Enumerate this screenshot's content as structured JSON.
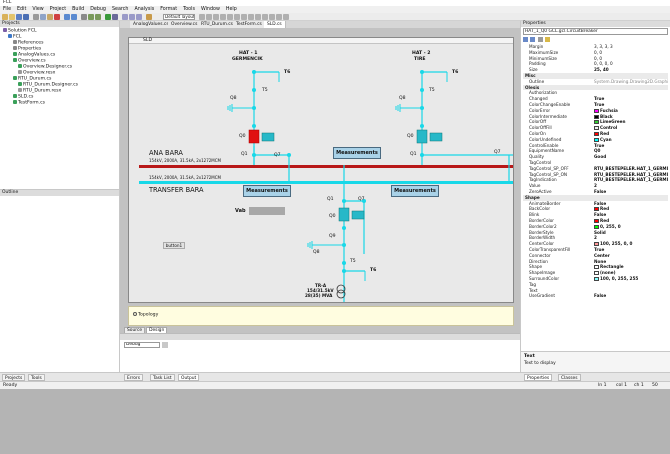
{
  "window": {
    "title": "FCL"
  },
  "menu": [
    "File",
    "Edit",
    "View",
    "Project",
    "Build",
    "Debug",
    "Search",
    "Analysis",
    "Format",
    "Tools",
    "Window",
    "Help"
  ],
  "toolbar": {
    "layout_select": "Default layout"
  },
  "solution": {
    "title": "Projects",
    "items": [
      {
        "label": "Solution FCL",
        "indent": 0,
        "color": "#7b5ea7"
      },
      {
        "label": "FCL",
        "indent": 1,
        "color": "#3c78c8"
      },
      {
        "label": "References",
        "indent": 2,
        "color": "#888888"
      },
      {
        "label": "Properties",
        "indent": 2,
        "color": "#888888"
      },
      {
        "label": "AnalogValues.cs",
        "indent": 2,
        "color": "#3aa05a"
      },
      {
        "label": "Overview.cs",
        "indent": 2,
        "color": "#3aa05a"
      },
      {
        "label": "Overview.Designer.cs",
        "indent": 3,
        "color": "#3aa05a"
      },
      {
        "label": "Overview.resx",
        "indent": 3,
        "color": "#999999"
      },
      {
        "label": "RTU_Durum.cs",
        "indent": 2,
        "color": "#3aa05a"
      },
      {
        "label": "RTU_Durum.Designer.cs",
        "indent": 3,
        "color": "#3aa05a"
      },
      {
        "label": "RTU_Durum.resx",
        "indent": 3,
        "color": "#999999"
      },
      {
        "label": "SLD.cs",
        "indent": 2,
        "color": "#3aa05a"
      },
      {
        "label": "TestForm.cs",
        "indent": 2,
        "color": "#3aa05a"
      }
    ]
  },
  "outline": {
    "title": "Outline"
  },
  "left_tabs": [
    "Projects",
    "Tools"
  ],
  "doc_tabs": [
    {
      "label": "AnalogValues.cs",
      "active": false
    },
    {
      "label": "Overview.cs",
      "active": false
    },
    {
      "label": "RTU_Durum.cs",
      "active": false
    },
    {
      "label": "TestForm.cs",
      "active": false
    },
    {
      "label": "SLD.cs",
      "active": true
    }
  ],
  "form": {
    "title": "SLD",
    "hat1": {
      "name": "HAT - 1",
      "place": "GERMENCIK"
    },
    "hat2": {
      "name": "HAT - 2",
      "place": "TIRE"
    },
    "ana_bara": {
      "title": "ANA BARA",
      "info": "154kV, 2000A, 31.5kA, 2x1272MCM"
    },
    "transfer_bara": {
      "title": "TRANSFER BARA",
      "info": "154kV, 2000A, 31.5kA, 2x1272MCM"
    },
    "labels": {
      "t6": "T6",
      "t5": "T5",
      "q8": "Q8",
      "q0": "Q0",
      "q1": "Q1",
      "q7": "Q7",
      "q9": "Q9",
      "vab": "Vab"
    },
    "measurements": "Measurements",
    "button1": "button1",
    "trafo": {
      "name": "TR-A",
      "voltage": "154/31.5kV",
      "power": "28(35) MVA"
    }
  },
  "tray": {
    "item": "Topology"
  },
  "view_tabs": [
    "Source",
    "Design"
  ],
  "output": {
    "select": "Debug"
  },
  "bottom_tabs": [
    "Errors",
    "Task List",
    "Output"
  ],
  "properties": {
    "title": "Properties",
    "object": "HAT_1_Q0  GCL.gcl.CircuitBreaker",
    "rows": [
      {
        "n": "Margin",
        "v": "3, 3, 3, 3",
        "plain": true
      },
      {
        "n": "MaximumSize",
        "v": "0, 0",
        "plain": true
      },
      {
        "n": "MinimumSize",
        "v": "0, 0",
        "plain": true
      },
      {
        "n": "Padding",
        "v": "0, 0, 0, 0",
        "plain": true
      },
      {
        "n": "Size",
        "v": "25, 40"
      },
      {
        "cat": "Misc"
      },
      {
        "n": "Outline",
        "v": "System.Drawing.Drawing2D.Graphi",
        "plain": true,
        "grey": true
      },
      {
        "cat": "Olesis"
      },
      {
        "n": "Authorization",
        "v": ""
      },
      {
        "n": "Changed",
        "v": "True"
      },
      {
        "n": "ColorChangeEnable",
        "v": "True"
      },
      {
        "n": "ColorError",
        "v": "Fuchsia",
        "sw": "#ff00ff"
      },
      {
        "n": "ColorIntermediate",
        "v": "Black",
        "sw": "#000000"
      },
      {
        "n": "ColorOff",
        "v": "LimeGreen",
        "sw": "#32cd32"
      },
      {
        "n": "ColorOffFill",
        "v": "Control",
        "sw": "#f0f0f0"
      },
      {
        "n": "ColorOn",
        "v": "Red",
        "sw": "#ff0000"
      },
      {
        "n": "ColorUndefined",
        "v": "Cyan",
        "sw": "#00ffff"
      },
      {
        "n": "ControlEnable",
        "v": "True"
      },
      {
        "n": "EquipmentName",
        "v": "Q0"
      },
      {
        "n": "Quality",
        "v": "Good"
      },
      {
        "n": "TagControl",
        "v": ""
      },
      {
        "n": "TagControl_SP_OFF",
        "v": "RTU_BESTEPELER.HAT_1_GERMI"
      },
      {
        "n": "TagControl_SP_ON",
        "v": "RTU_BESTEPELER.HAT_1_GERMI"
      },
      {
        "n": "TagIndication",
        "v": "RTU_BESTEPELER.HAT_1_GERMI"
      },
      {
        "n": "Value",
        "v": "2"
      },
      {
        "n": "ZeroActive",
        "v": "False"
      },
      {
        "cat": "Shape"
      },
      {
        "n": "AnimateBorder",
        "v": "False"
      },
      {
        "n": "BackColor",
        "v": "Red",
        "sw": "#ff0000"
      },
      {
        "n": "Blink",
        "v": "False"
      },
      {
        "n": "BorderColor",
        "v": "Red",
        "sw": "#ff0000"
      },
      {
        "n": "BorderColor2",
        "v": "0, 255, 0",
        "sw": "#00ff00"
      },
      {
        "n": "BorderStyle",
        "v": "Solid"
      },
      {
        "n": "BorderWidth",
        "v": "2"
      },
      {
        "n": "CenterColor",
        "v": "100, 255, 0, 0",
        "sw": "#ff9a9a"
      },
      {
        "n": "ColorTransparentFill",
        "v": "True"
      },
      {
        "n": "Connector",
        "v": "Center"
      },
      {
        "n": "Direction",
        "v": "None"
      },
      {
        "n": "Shape",
        "v": "Rectangle",
        "sw": "#ffffff"
      },
      {
        "n": "ShapeImage",
        "v": "(none)",
        "sw": "#ffffff"
      },
      {
        "n": "SurroundColor",
        "v": "100, 0, 255, 255",
        "sw": "#8ff"
      },
      {
        "n": "Tag",
        "v": ""
      },
      {
        "n": "Text",
        "v": ""
      },
      {
        "n": "UseGradient",
        "v": "False"
      }
    ],
    "desc_title": "Text",
    "desc_body": "Text to display"
  },
  "right_tabs": [
    "Properties",
    "Classes"
  ],
  "status": {
    "left": "Ready",
    "ln": "ln 1",
    "col": "col 1",
    "ch": "ch 1",
    "ins": "50"
  },
  "colors": {
    "bus": "#b81818",
    "line": "#18d8e8",
    "meas_box": "#a9d2e8",
    "breaker_on": "#e01010",
    "breaker_off": "#27b8c8"
  }
}
